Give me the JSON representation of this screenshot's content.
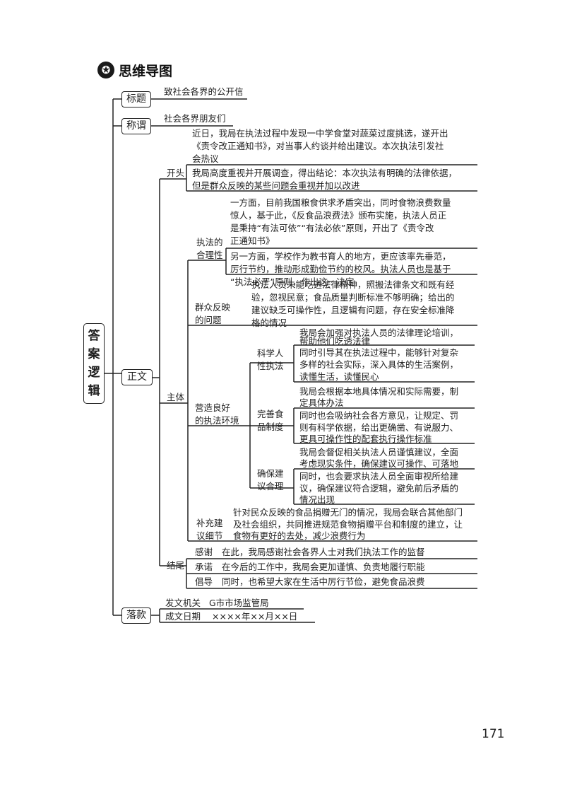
{
  "header": {
    "icon": "star-badge-icon",
    "title": "思维导图"
  },
  "root": {
    "label": "答案逻辑"
  },
  "level1": {
    "title_label": "标题",
    "salutation_label": "称谓",
    "body_label": "正文",
    "signature_label": "落款"
  },
  "title_text": "致社会各界的公开信",
  "salutation_text": "社会各界朋友们",
  "body": {
    "opening": {
      "label": "开头",
      "lines1": [
        "近日，我局在执法过程中发现一中学食堂对蔬菜过度挑选，遂开出",
        "《责令改正通知书》，对当事人约谈并给出建议。本次执法引发社",
        "会热议"
      ],
      "lines2": [
        "我局高度重视并开展调查，得出结论：本次执法有明确的法律依据，",
        "但是群众反映的某些问题会重视并加以改进"
      ]
    },
    "main": {
      "label": "主体",
      "legality": {
        "label_lines": [
          "执法的",
          "合理性"
        ],
        "lines1": [
          "一方面，目前我国粮食供求矛盾突出，同时食物浪费数量",
          "惊人，基于此，《反食品浪费法》颁布实施，执法人员正",
          "是秉持“有法可依”“有法必依”原则，开出了《责令改",
          "正通知书》"
        ],
        "lines2": [
          "另一方面，学校作为教书育人的地方，更应该率先垂范，",
          "厉行节约，推动形成勤俭节约的校风。执法人员也是基于",
          "“执法必严”原则，作出这一决定"
        ]
      },
      "issues": {
        "label_lines": [
          "群众反映",
          "的问题"
        ],
        "lines": [
          "执法人员未能吃透法律精神，照搬法律条文和既有经",
          "验，忽视民意；食品质量判断标准不够明确；给出的",
          "建议缺乏可操作性，且逻辑有问题，存在安全标准降",
          "格的情况"
        ]
      },
      "environment": {
        "label_lines": [
          "营造良好",
          "的执法环境"
        ],
        "science": {
          "label_lines": [
            "科学人",
            "性执法"
          ],
          "lines1": [
            "我局会加强对执法人员的法律理论培训，",
            "帮助他们吃透法律"
          ],
          "lines2": [
            "同时引导其在执法过程中，能够针对复杂",
            "多样的社会实际，深入具体的生活案例，",
            "读懂生活，读懂民心"
          ]
        },
        "system": {
          "label_lines": [
            "完善食",
            "品制度"
          ],
          "lines1": [
            "我局会根据本地具体情况和实际需要，制",
            "定具体办法"
          ],
          "lines2": [
            "同时也会吸纳社会各方意见，让规定、罚",
            "则有科学依据，给出更确凿、有说服力、",
            "更具可操作性的配套执行操作标准"
          ]
        },
        "advice": {
          "label_lines": [
            "确保建",
            "议合理"
          ],
          "lines1": [
            "我局会督促相关执法人员谨慎建议，全面",
            "考虑现实条件，确保建议可操作、可落地"
          ],
          "lines2": [
            "同时，也会要求执法人员全面审视所给建",
            "议，确保建议符合逻辑，避免前后矛盾的",
            "情况出现"
          ]
        }
      },
      "supplement": {
        "label_lines": [
          "补充建",
          "议细节"
        ],
        "lines": [
          "针对民众反映的食品捐赠无门的情况，我局会联合其他部门",
          "及社会组织，共同推进规范食物捐赠平台和制度的建立，让",
          "食物有更好的去处，减少浪费行为"
        ]
      }
    },
    "ending": {
      "label": "结尾",
      "items": [
        {
          "tag": "感谢",
          "text": "在此，我局感谢社会各界人士对我们执法工作的监督"
        },
        {
          "tag": "承诺",
          "text": "在今后的工作中，我局会更加谨慎、负责地履行职能"
        },
        {
          "tag": "倡导",
          "text": "同时，也希望大家在生活中厉行节俭，避免食品浪费"
        }
      ]
    }
  },
  "signature": {
    "line1_label": "发文机关",
    "line1_value": "G市市场监管局",
    "line2_label": "成文日期",
    "line2_value": "××××年××月××日"
  },
  "page_number": "171"
}
